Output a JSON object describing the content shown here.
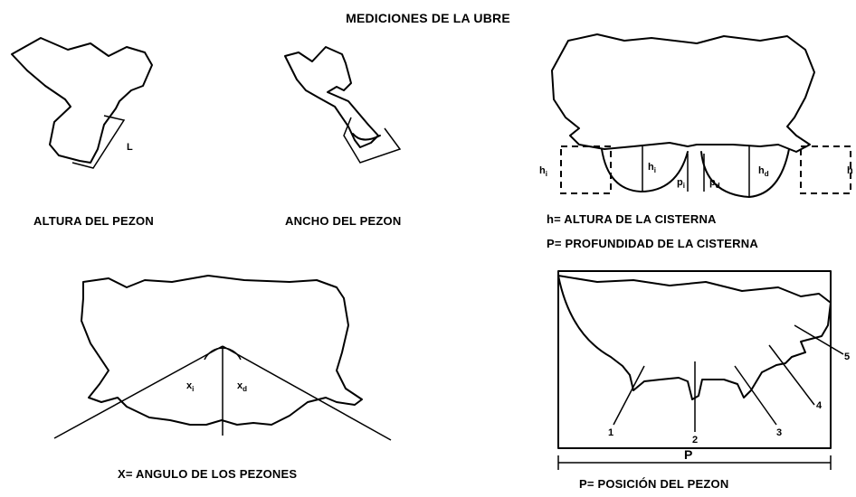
{
  "title": "MEDICIONES DE LA UBRE",
  "panels": {
    "teat_height": {
      "caption": "ALTURA DEL PEZON",
      "symbol": "L"
    },
    "teat_width": {
      "caption": "ANCHO DEL PEZON"
    },
    "cistern": {
      "caption_h": "h= ALTURA DE LA CISTERNA",
      "caption_p": "P= PROFUNDIDAD DE LA CISTERNA",
      "symbols": {
        "h_left": "h",
        "h_sub_left": "i",
        "h_center_left": "h",
        "h_center_left_sub": "i",
        "p_left": "p",
        "p_left_sub": "i",
        "p_right": "p",
        "p_right_sub": "d",
        "h_center_right": "h",
        "h_center_right_sub": "d",
        "h_right": "h"
      }
    },
    "teat_angle": {
      "caption": "X= ANGULO DE LOS PEZONES",
      "symbols": {
        "x_left": "x",
        "x_left_sub": "i",
        "x_right": "x",
        "x_right_sub": "d"
      }
    },
    "teat_position": {
      "caption_p": "P",
      "caption": "P= POSICIÓN DEL PEZON",
      "numbers": [
        "1",
        "2",
        "3",
        "4",
        "5"
      ]
    }
  }
}
